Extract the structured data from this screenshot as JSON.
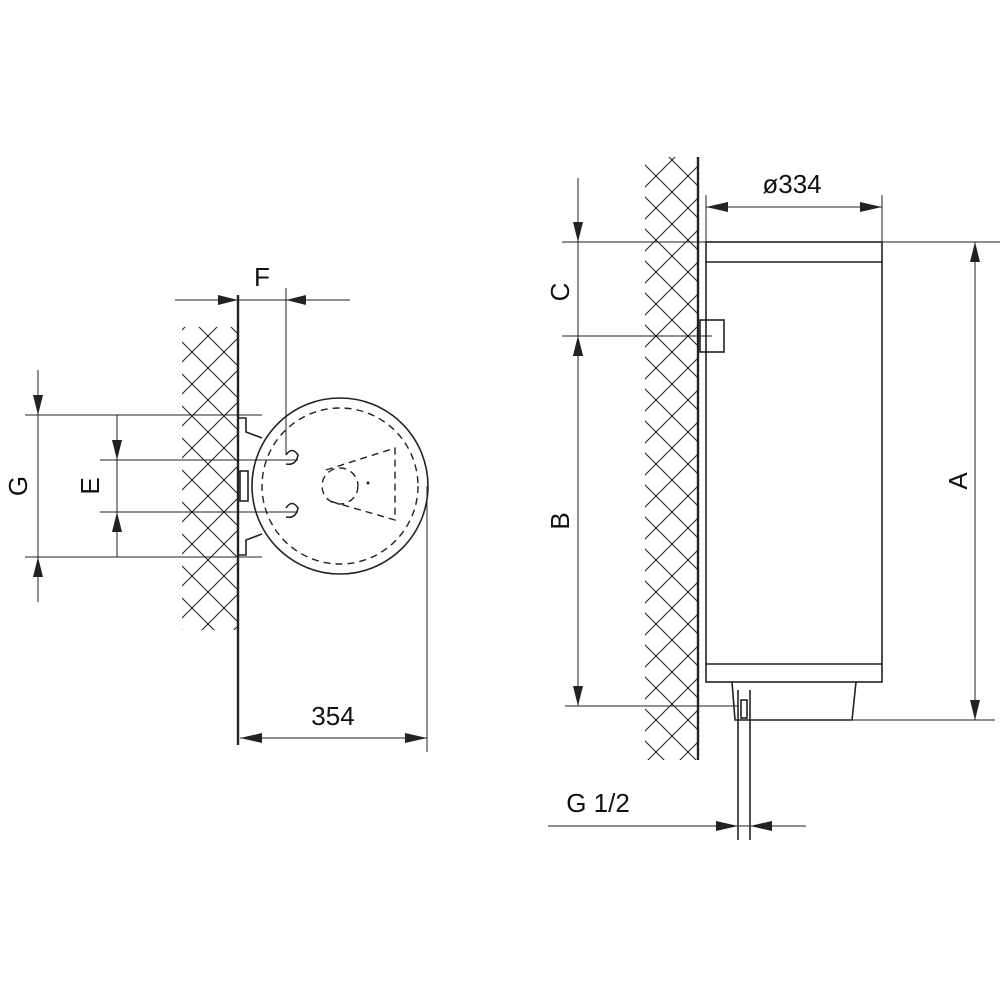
{
  "labels": {
    "f": "F",
    "g": "G",
    "e": "E",
    "width_354": "354",
    "diameter": "ø334",
    "c": "C",
    "b": "B",
    "a": "A",
    "pipe": "G 1/2"
  }
}
